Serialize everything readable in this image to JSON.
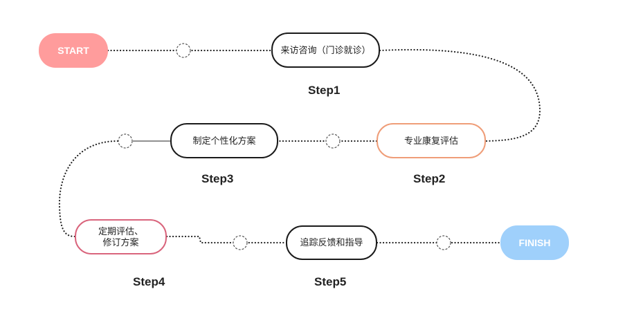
{
  "start_label": "START",
  "finish_label": "FINISH",
  "steps": [
    {
      "box": "来访咨询（门诊就诊）",
      "label": "Step1"
    },
    {
      "box": "专业康复评估",
      "label": "Step2"
    },
    {
      "box": "制定个性化方案",
      "label": "Step3"
    },
    {
      "box_lines": [
        "定期评估、",
        "修订方案"
      ],
      "label": "Step4"
    },
    {
      "box": "追踪反馈和指导",
      "label": "Step5"
    }
  ],
  "colors": {
    "start": "#ff9c9c",
    "finish": "#9fd0fb",
    "box_border_dark": "#1a1a1a",
    "box_border_orange": "#ef9d78",
    "box_border_rose": "#d9647c"
  }
}
